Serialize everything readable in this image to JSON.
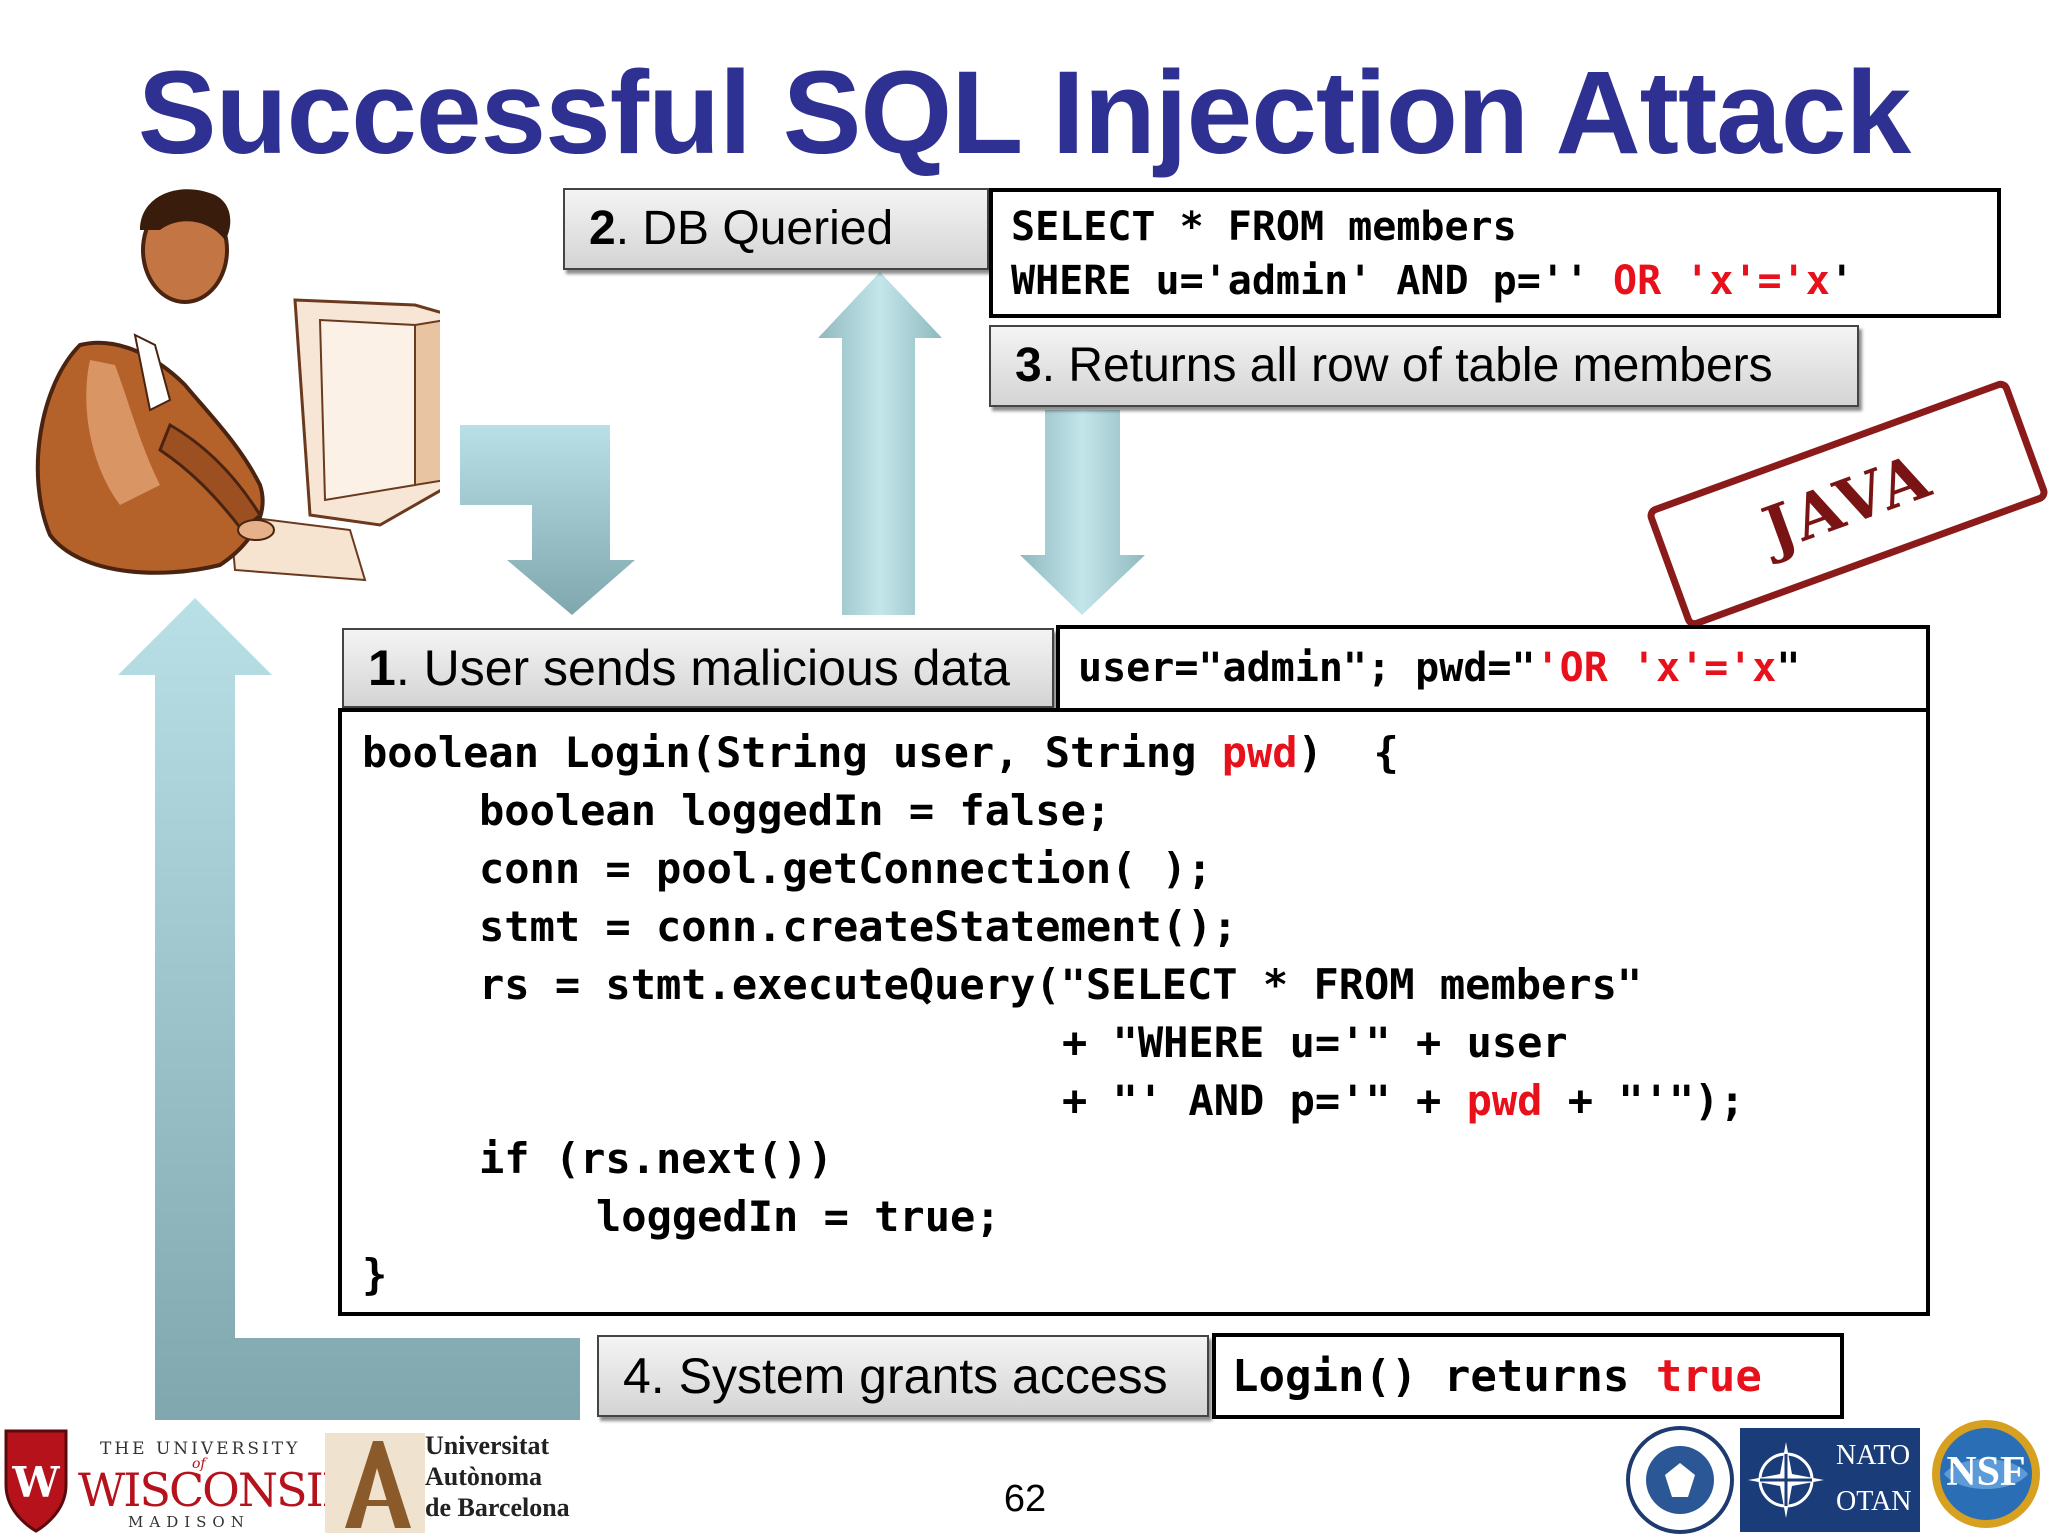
{
  "title": "Successful SQL Injection Attack",
  "step2": {
    "num": "2",
    "text": ". DB Queried"
  },
  "query": {
    "line1": "SELECT * FROM members",
    "line2_a": "WHERE u='admin' AND p=''",
    "line2_b": " OR 'x'='x",
    "line2_c": "'"
  },
  "step3": {
    "num": "3",
    "text": ". Returns all row of table members"
  },
  "stamp": {
    "text": "JAVA"
  },
  "step1": {
    "num": "1",
    "text": ". User sends malicious data"
  },
  "input": {
    "a": "user=\"admin\"; pwd=\"",
    "b": "'OR 'x'='x",
    "c": "\""
  },
  "code": {
    "l1a": "boolean Login(String user, String ",
    "l1b": "pwd",
    "l1c": ")  {",
    "l2": "boolean loggedIn = false;",
    "l3": "conn = pool.getConnection( );",
    "l4": "stmt = conn.createStatement();",
    "l5": "rs = stmt.executeQuery(\"SELECT * FROM members\"",
    "l6": "+ \"WHERE u='\" + user",
    "l7a": "+ \"' AND p='\" + ",
    "l7b": "pwd",
    "l7c": " + \"'\");",
    "l8": "if (rs.next())",
    "l9": "loggedIn = true;",
    "l10": "}"
  },
  "step4": {
    "text": "4. System grants access"
  },
  "result": {
    "a": "Login() returns ",
    "b": "true"
  },
  "page_number": "62",
  "logos": {
    "wisc_top": "THE UNIVERSITY",
    "wisc_of": "of",
    "wisc_main": "WISCONSIN",
    "wisc_bottom": "MADISON",
    "uab_1": "Universitat",
    "uab_2": "Autònoma",
    "uab_3": "de Barcelona",
    "nato_1": "NATO",
    "nato_2": "OTAN",
    "nsf": "NSF"
  },
  "colors": {
    "title": "#2e3192",
    "highlight": "#e8101a",
    "arrow": "#9cc8cf"
  }
}
